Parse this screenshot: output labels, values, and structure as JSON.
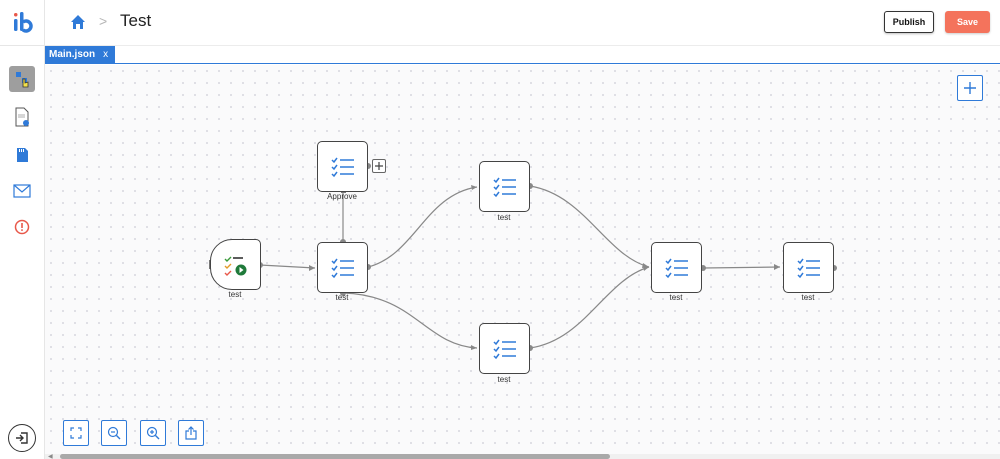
{
  "header": {
    "title": "Test",
    "breadcrumb_separator": ">",
    "publish_label": "Publish",
    "save_label": "Save"
  },
  "tabs": [
    {
      "label": "Main.json",
      "close": "x"
    }
  ],
  "canvas": {
    "nodes": [
      {
        "id": "start",
        "label": "test",
        "kind": "start"
      },
      {
        "id": "approve",
        "label": "Approve",
        "kind": "task"
      },
      {
        "id": "n2",
        "label": "test",
        "kind": "task"
      },
      {
        "id": "n3",
        "label": "test",
        "kind": "task"
      },
      {
        "id": "n4",
        "label": "test",
        "kind": "task"
      },
      {
        "id": "n5",
        "label": "test",
        "kind": "task"
      },
      {
        "id": "n6",
        "label": "test",
        "kind": "task"
      }
    ],
    "toolbar": [
      "fit-view",
      "zoom-out",
      "zoom-in",
      "export"
    ]
  },
  "colors": {
    "accent": "#2f7ad8",
    "save": "#f4735c",
    "logo_blue": "#2f7ad8",
    "logo_red": "#e8584a"
  },
  "icons": {
    "rail": [
      "workflow-icon",
      "document-globe-icon",
      "sd-card-icon",
      "mail-icon",
      "alert-icon"
    ],
    "exit": "exit-icon"
  }
}
